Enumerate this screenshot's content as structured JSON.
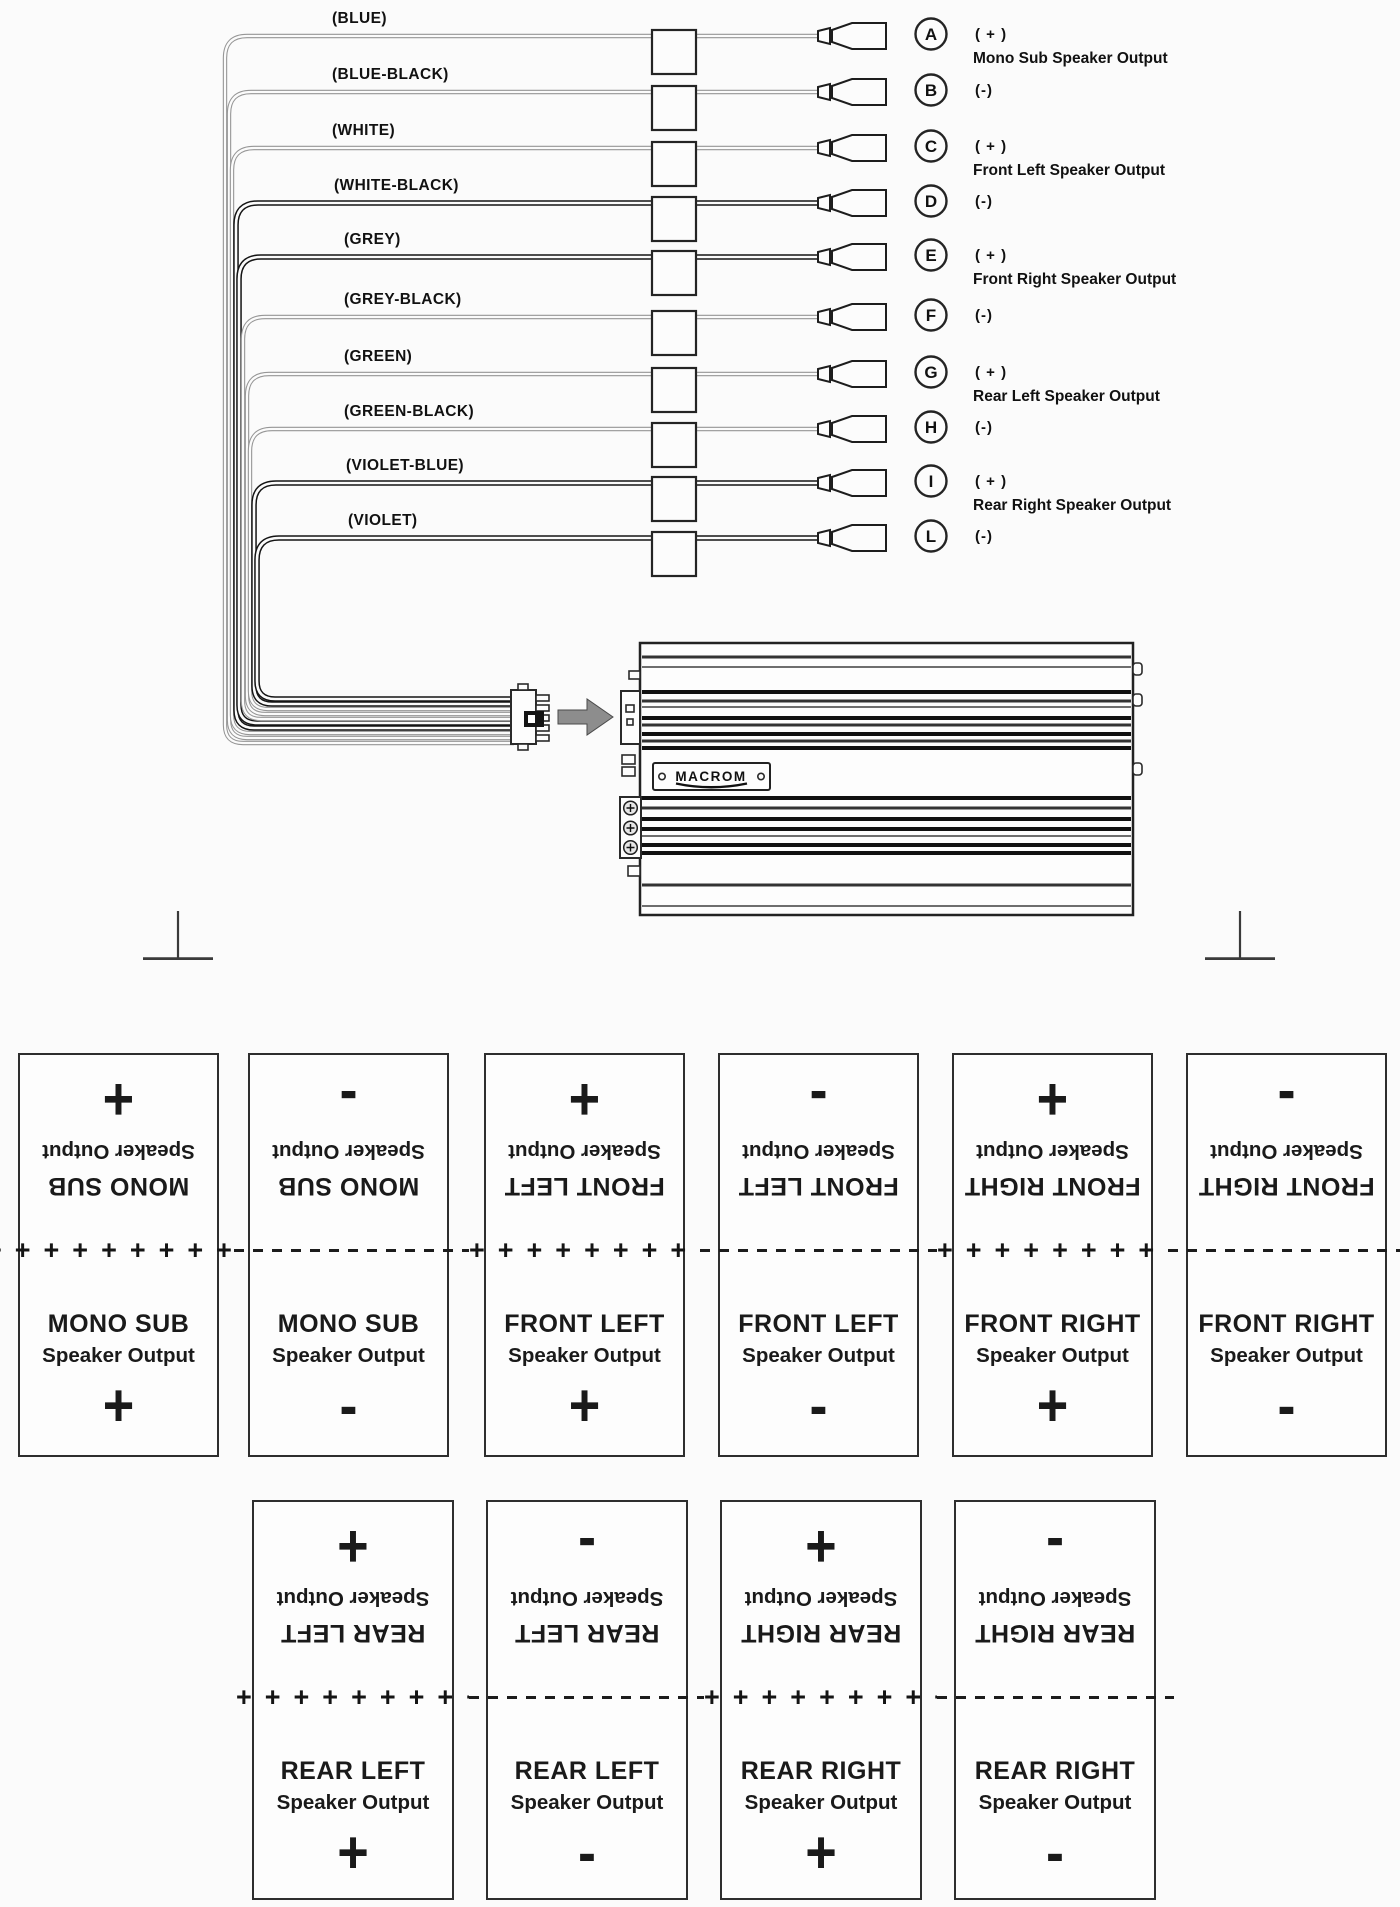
{
  "page": {
    "background": "#fbfbfb",
    "ink": "#1a1a1a"
  },
  "icons": {
    "direction_arrow": "right-arrow-icon",
    "crop_mark": "crop-cross-icon",
    "screw": "screw-terminal-icon"
  },
  "diagram": {
    "amp_logo": "MACROM",
    "plus_chain": "++++++++++++",
    "wires": [
      {
        "label": "(BLUE)",
        "letter": "A",
        "polarity": "( + )",
        "output": "Mono Sub Speaker Output",
        "color": "light"
      },
      {
        "label": "(BLUE-BLACK)",
        "letter": "B",
        "polarity": "(-)",
        "output": "",
        "color": "light"
      },
      {
        "label": "(WHITE)",
        "letter": "C",
        "polarity": "( + )",
        "output": "Front Left Speaker Output",
        "color": "light"
      },
      {
        "label": "(WHITE-BLACK)",
        "letter": "D",
        "polarity": "(-)",
        "output": "",
        "color": "dark"
      },
      {
        "label": "(GREY)",
        "letter": "E",
        "polarity": "( + )",
        "output": "Front Right Speaker Output",
        "color": "dark"
      },
      {
        "label": "(GREY-BLACK)",
        "letter": "F",
        "polarity": "(-)",
        "output": "",
        "color": "light"
      },
      {
        "label": "(GREEN)",
        "letter": "G",
        "polarity": "( + )",
        "output": "Rear Left Speaker Output",
        "color": "light"
      },
      {
        "label": "(GREEN-BLACK)",
        "letter": "H",
        "polarity": "(-)",
        "output": "",
        "color": "light"
      },
      {
        "label": "(VIOLET-BLUE)",
        "letter": "I",
        "polarity": "( + )",
        "output": "Rear Right Speaker Output",
        "color": "dark"
      },
      {
        "label": "(VIOLET)",
        "letter": "L",
        "polarity": "(-)",
        "output": "",
        "color": "dark"
      }
    ]
  },
  "cards": {
    "subtitle": "Speaker Output",
    "row1": [
      {
        "name": "MONO SUB",
        "polarity": "+"
      },
      {
        "name": "MONO SUB",
        "polarity": "-"
      },
      {
        "name": "FRONT LEFT",
        "polarity": "+"
      },
      {
        "name": "FRONT LEFT",
        "polarity": "-"
      },
      {
        "name": "FRONT RIGHT",
        "polarity": "+"
      },
      {
        "name": "FRONT RIGHT",
        "polarity": "-"
      }
    ],
    "row2": [
      {
        "name": "REAR LEFT",
        "polarity": "+"
      },
      {
        "name": "REAR LEFT",
        "polarity": "-"
      },
      {
        "name": "REAR RIGHT",
        "polarity": "+"
      },
      {
        "name": "REAR RIGHT",
        "polarity": "-"
      }
    ]
  }
}
